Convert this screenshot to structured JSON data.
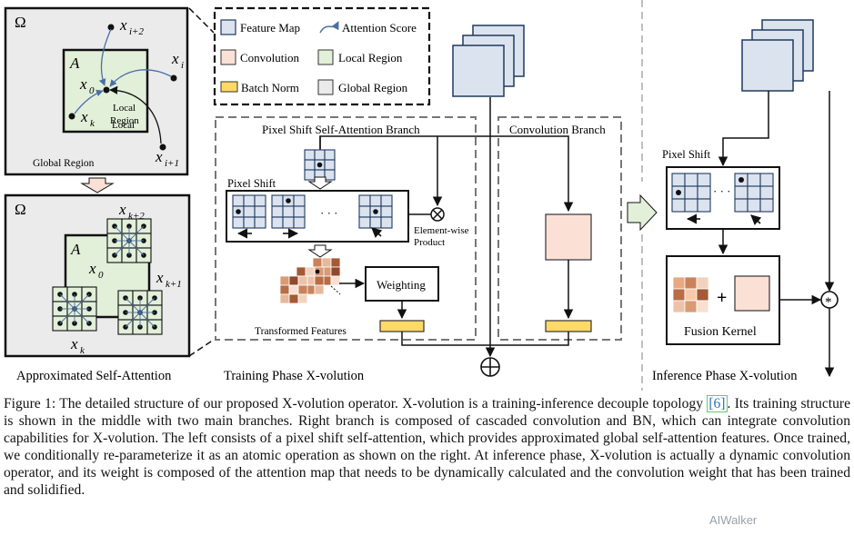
{
  "legend": {
    "feature_map": "Feature Map",
    "attention_score": "Attention Score",
    "convolution": "Convolution",
    "local_region": "Local Region",
    "batch_norm": "Batch Norm",
    "global_region": "Global Region"
  },
  "left_panel": {
    "omega": "Ω",
    "a": "A",
    "x_i2": "x",
    "x_i2_sub": "i+2",
    "x_i": "x",
    "x_i_sub": "i",
    "x_0": "x",
    "x_0_sub": "0",
    "x_k": "x",
    "x_k_sub": "k",
    "x_i1": "x",
    "x_i1_sub": "i+1",
    "local_region_line1": "Local",
    "local_region_line2": "Region",
    "global_region": "Global Region"
  },
  "approx_panel": {
    "omega": "Ω",
    "a": "A",
    "x_k2": "x",
    "x_k2_sub": "k+2",
    "x_0": "x",
    "x_0_sub": "0",
    "x_k1": "x",
    "x_k1_sub": "k+1",
    "x_k": "x",
    "x_k_sub": "k",
    "title": "Approximated Self-Attention"
  },
  "training": {
    "psa_branch": "Pixel Shift Self-Attention Branch",
    "conv_branch": "Convolution Branch",
    "pixel_shift": "Pixel Shift",
    "dots": "· · ·",
    "elementwise_line1": "Element-wise",
    "elementwise_line2": "Product",
    "weighting": "Weighting",
    "transformed": "Transformed Features",
    "title": "Training Phase X-volution"
  },
  "inference": {
    "pixel_shift": "Pixel Shift",
    "dots": "· · ·",
    "fusion_kernel": "Fusion Kernel",
    "plus": "+",
    "title": "Inference Phase X-volution"
  },
  "caption": {
    "part1": "Figure 1: The detailed structure of our proposed X-volution operator. X-volution is a training-inference decouple topology ",
    "ref": "[6]",
    "part2": ". Its training structure is shown in the middle with two main branches. Right branch is composed of cascaded convolution and BN, which can integrate convolution capabilities for X-volution. The left consists of a pixel shift self-attention, which provides approximated global self-attention features. Once trained, we conditionally re-parameterize it as an atomic operation as shown on the right. At inference phase, X-volution is actually a dynamic convolution operator, and its weight is composed of the attention map that needs to be dynamically calculated and the convolution weight that has been trained and solidified."
  },
  "watermark": "AIWalker",
  "colors": {
    "feature_map": "#dbe3ef",
    "feature_map_stroke": "#1f3a5f",
    "convolution": "#fbe0d6",
    "local_region": "#e2efd9",
    "batch_norm": "#ffd966",
    "global_region": "#ebebeb",
    "attention": "#4a6fa5"
  }
}
